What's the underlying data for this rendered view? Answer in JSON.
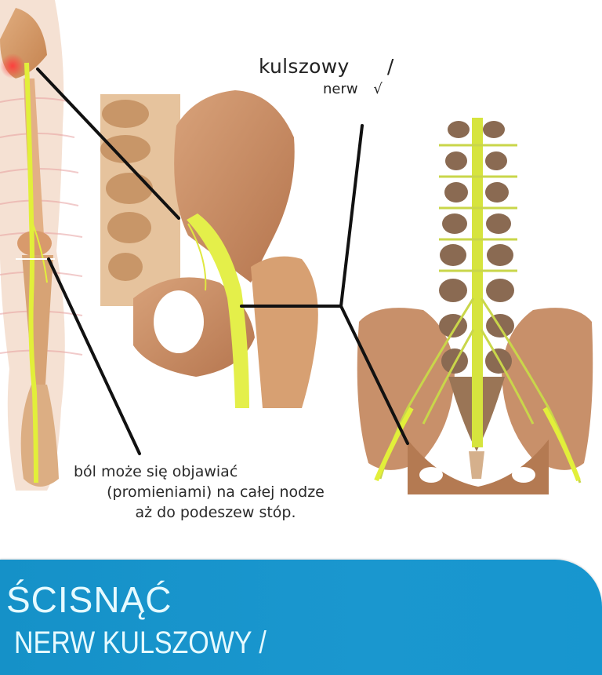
{
  "labels": {
    "nerve_word_1": "kulszowy",
    "nerve_word_1_mark": "/",
    "nerve_word_2": "nerw",
    "nerve_word_2_mark": "√"
  },
  "caption": {
    "line1": "ból może się objawiać",
    "line2": "(promieniami) na całej nodze",
    "line3": "aż do podeszew stóp."
  },
  "banner": {
    "title": "ŚCISNĄĆ",
    "subtitle": "NERW KULSZOWY /",
    "color": "#1591c8",
    "text_color": "#e6faff"
  },
  "illustrations": {
    "left": "leg-nerve-illustration",
    "center": "hip-pelvis-illustration",
    "right": "spine-pelvis-illustration"
  },
  "colors": {
    "bone": "#d59a6a",
    "bone_dark": "#b9784a",
    "nerve": "#d8e83a",
    "vertebra": "#8a6a52",
    "pointer_line": "#111111",
    "pain_red": "#e8434a"
  }
}
